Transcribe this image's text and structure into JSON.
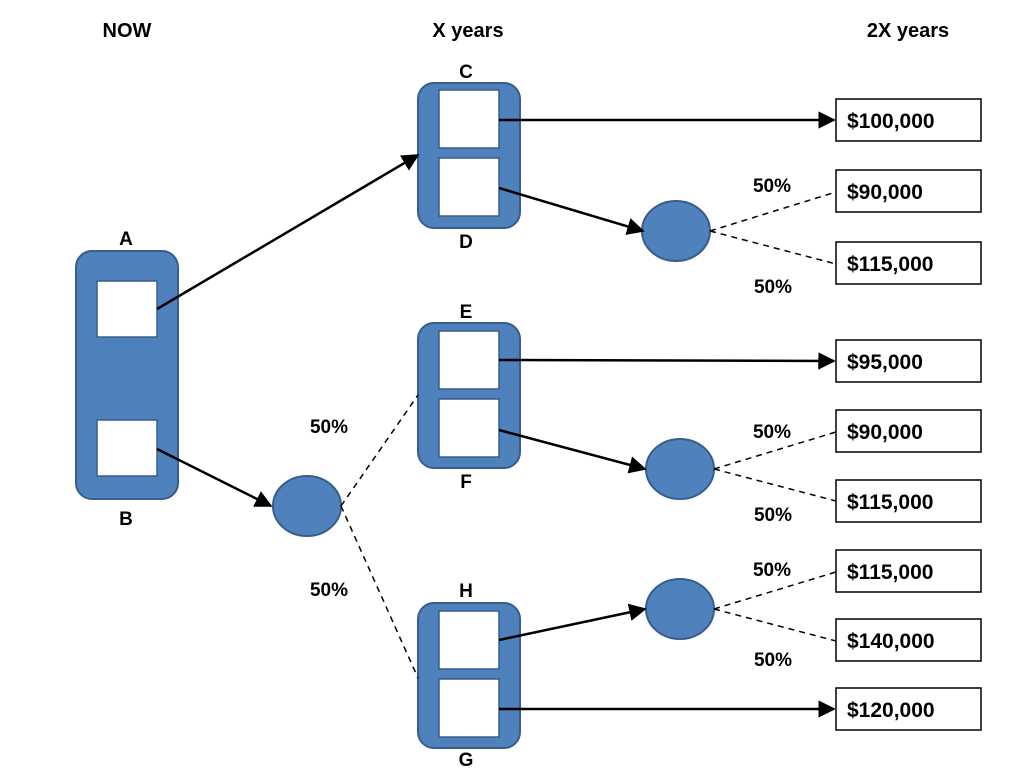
{
  "headers": {
    "now": "NOW",
    "x_years": "X years",
    "two_x_years": "2X years"
  },
  "colors": {
    "fill": "#4f81bd",
    "stroke": "#385d8a",
    "line": "#000000",
    "box_border": "#000000"
  },
  "decision_nodes": {
    "ab": {
      "top_label": "A",
      "bottom_label": "B"
    },
    "cd": {
      "top_label": "C",
      "bottom_label": "D"
    },
    "ef": {
      "top_label": "E",
      "bottom_label": "F"
    },
    "hg": {
      "top_label": "H",
      "bottom_label": "G"
    }
  },
  "probabilities": {
    "b_up": "50%",
    "b_down": "50%",
    "d_up": "50%",
    "d_down": "50%",
    "f_up": "50%",
    "f_down": "50%",
    "h_up": "50%",
    "h_down": "50%"
  },
  "outcomes": {
    "c": "$100,000",
    "d_up": "$90,000",
    "d_down": "$115,000",
    "e": "$95,000",
    "f_up": "$90,000",
    "f_down": "$115,000",
    "h_up": "$115,000",
    "h_down": "$140,000",
    "g": "$120,000"
  }
}
